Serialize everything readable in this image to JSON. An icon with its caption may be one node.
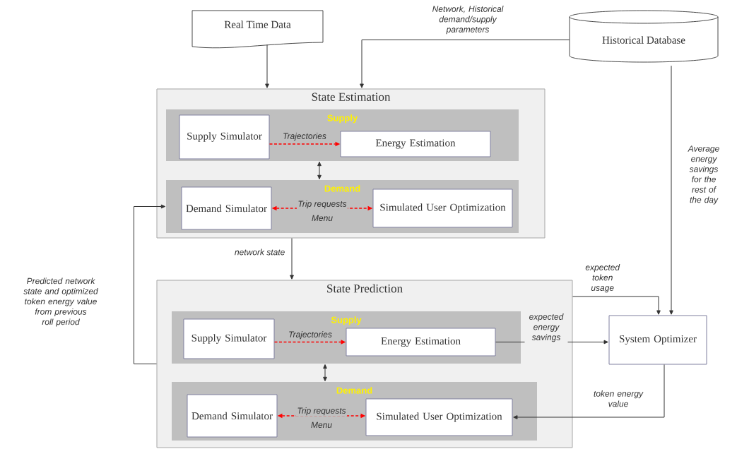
{
  "diagram": {
    "nodes": [
      {
        "text": [
          "Real Time Data"
        ]
      },
      {
        "text": [
          "Historical Database"
        ]
      },
      {
        "text": [
          "State Estimation"
        ]
      },
      {
        "text": [
          "Supply"
        ],
        "in": 2
      },
      {
        "text": [
          "Supply Simulator"
        ],
        "in": 3
      },
      {
        "text": [
          "Energy Estimation"
        ],
        "in": 3
      },
      {
        "text": [
          "Demand"
        ],
        "in": 2
      },
      {
        "text": [
          "Demand Simulator"
        ],
        "in": 6
      },
      {
        "text": [
          "Simulated User Optimization"
        ],
        "in": 6
      },
      {
        "text": [
          "State Prediction"
        ]
      },
      {
        "text": [
          "Supply"
        ],
        "in": 9
      },
      {
        "text": [
          "Supply Simulator"
        ],
        "in": 10
      },
      {
        "text": [
          "Energy Estimation"
        ],
        "in": 10
      },
      {
        "text": [
          "Demand"
        ],
        "in": 9
      },
      {
        "text": [
          "Demand Simulator"
        ],
        "in": 13
      },
      {
        "text": [
          "Simulated User Optimization"
        ],
        "in": 13
      },
      {
        "text": [
          "System Optimizer"
        ]
      }
    ],
    "edges": [
      {
        "from": 0,
        "to": 2,
        "arrow": "to"
      },
      {
        "from": 1,
        "to": 2,
        "arrow": "to",
        "label": "Network, Historical demand/supply parameters"
      },
      {
        "from": 1,
        "to": 16,
        "arrow": "to",
        "label": "Average energy savings for the rest of the day"
      },
      {
        "from": 4,
        "to": 5,
        "arrow": "to",
        "label": "Trajectories",
        "style": "dashed",
        "color": "#ff0000"
      },
      {
        "from": 3,
        "to": 6,
        "arrow": "both"
      },
      {
        "from": 7,
        "to": 8,
        "arrow": "both",
        "label": "Trip requests",
        "style": "dashed",
        "color": "#ff0000"
      },
      {
        "from": 2,
        "to": 9,
        "arrow": "to",
        "label": "network state"
      },
      {
        "from": 9,
        "to": 6,
        "arrow": "to",
        "label": "Predicted network state and optimized token energy value from previous roll period"
      },
      {
        "from": 11,
        "to": 12,
        "arrow": "to",
        "label": "Trajectories",
        "style": "dashed",
        "color": "#ff0000"
      },
      {
        "from": 10,
        "to": 13,
        "arrow": "both"
      },
      {
        "from": 14,
        "to": 15,
        "arrow": "both",
        "label": "Trip requests",
        "style": "dashed",
        "color": "#ff0000"
      },
      {
        "from": 9,
        "to": 16,
        "arrow": "to",
        "label": "expected token usage"
      },
      {
        "from": 12,
        "to": 16,
        "arrow": "to",
        "label": "expected energy savings"
      },
      {
        "from": 16,
        "to": 15,
        "arrow": "to",
        "label": "token energy value"
      }
    ],
    "labels": [
      "Menu",
      "Menu"
    ]
  }
}
